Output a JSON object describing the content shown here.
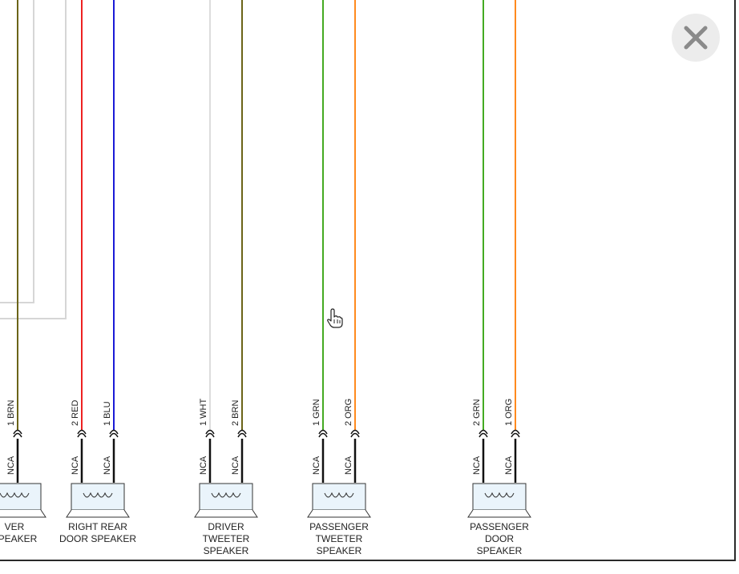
{
  "wire_colors": {
    "BRN": "#6b6418",
    "RED": "#ee2222",
    "BLU": "#1a1ad6",
    "WHT": "#dddddd",
    "GRN": "#44aa22",
    "ORG": "#ff8a1e",
    "BLACK": "#111111",
    "GRAY_BORDER": "#d6d6d6"
  },
  "speakers": [
    {
      "id": "left-rear",
      "name_lines": [
        "VER",
        "SPEAKER"
      ],
      "pins": [
        {
          "pin": "1",
          "color": "BRN",
          "circuit": "NCA"
        }
      ]
    },
    {
      "id": "right-rear",
      "name_lines": [
        "RIGHT REAR",
        "DOOR SPEAKER"
      ],
      "pins": [
        {
          "pin": "2",
          "color": "RED",
          "circuit": "NCA"
        },
        {
          "pin": "1",
          "color": "BLU",
          "circuit": "NCA"
        }
      ]
    },
    {
      "id": "driver-tweeter",
      "name_lines": [
        "DRIVER",
        "TWEETER",
        "SPEAKER"
      ],
      "pins": [
        {
          "pin": "1",
          "color": "WHT",
          "circuit": "NCA"
        },
        {
          "pin": "2",
          "color": "BRN",
          "circuit": "NCA"
        }
      ]
    },
    {
      "id": "passenger-tweeter",
      "name_lines": [
        "PASSENGER",
        "TWEETER",
        "SPEAKER"
      ],
      "pins": [
        {
          "pin": "1",
          "color": "GRN",
          "circuit": "NCA"
        },
        {
          "pin": "2",
          "color": "ORG",
          "circuit": "NCA"
        }
      ]
    },
    {
      "id": "passenger-door",
      "name_lines": [
        "PASSENGER",
        "DOOR",
        "SPEAKER"
      ],
      "pins": [
        {
          "pin": "2",
          "color": "GRN",
          "circuit": "NCA"
        },
        {
          "pin": "1",
          "color": "ORG",
          "circuit": "NCA"
        }
      ]
    }
  ],
  "controls": {
    "close_icon": "close-icon",
    "cursor_icon": "hand-pointer-icon"
  }
}
